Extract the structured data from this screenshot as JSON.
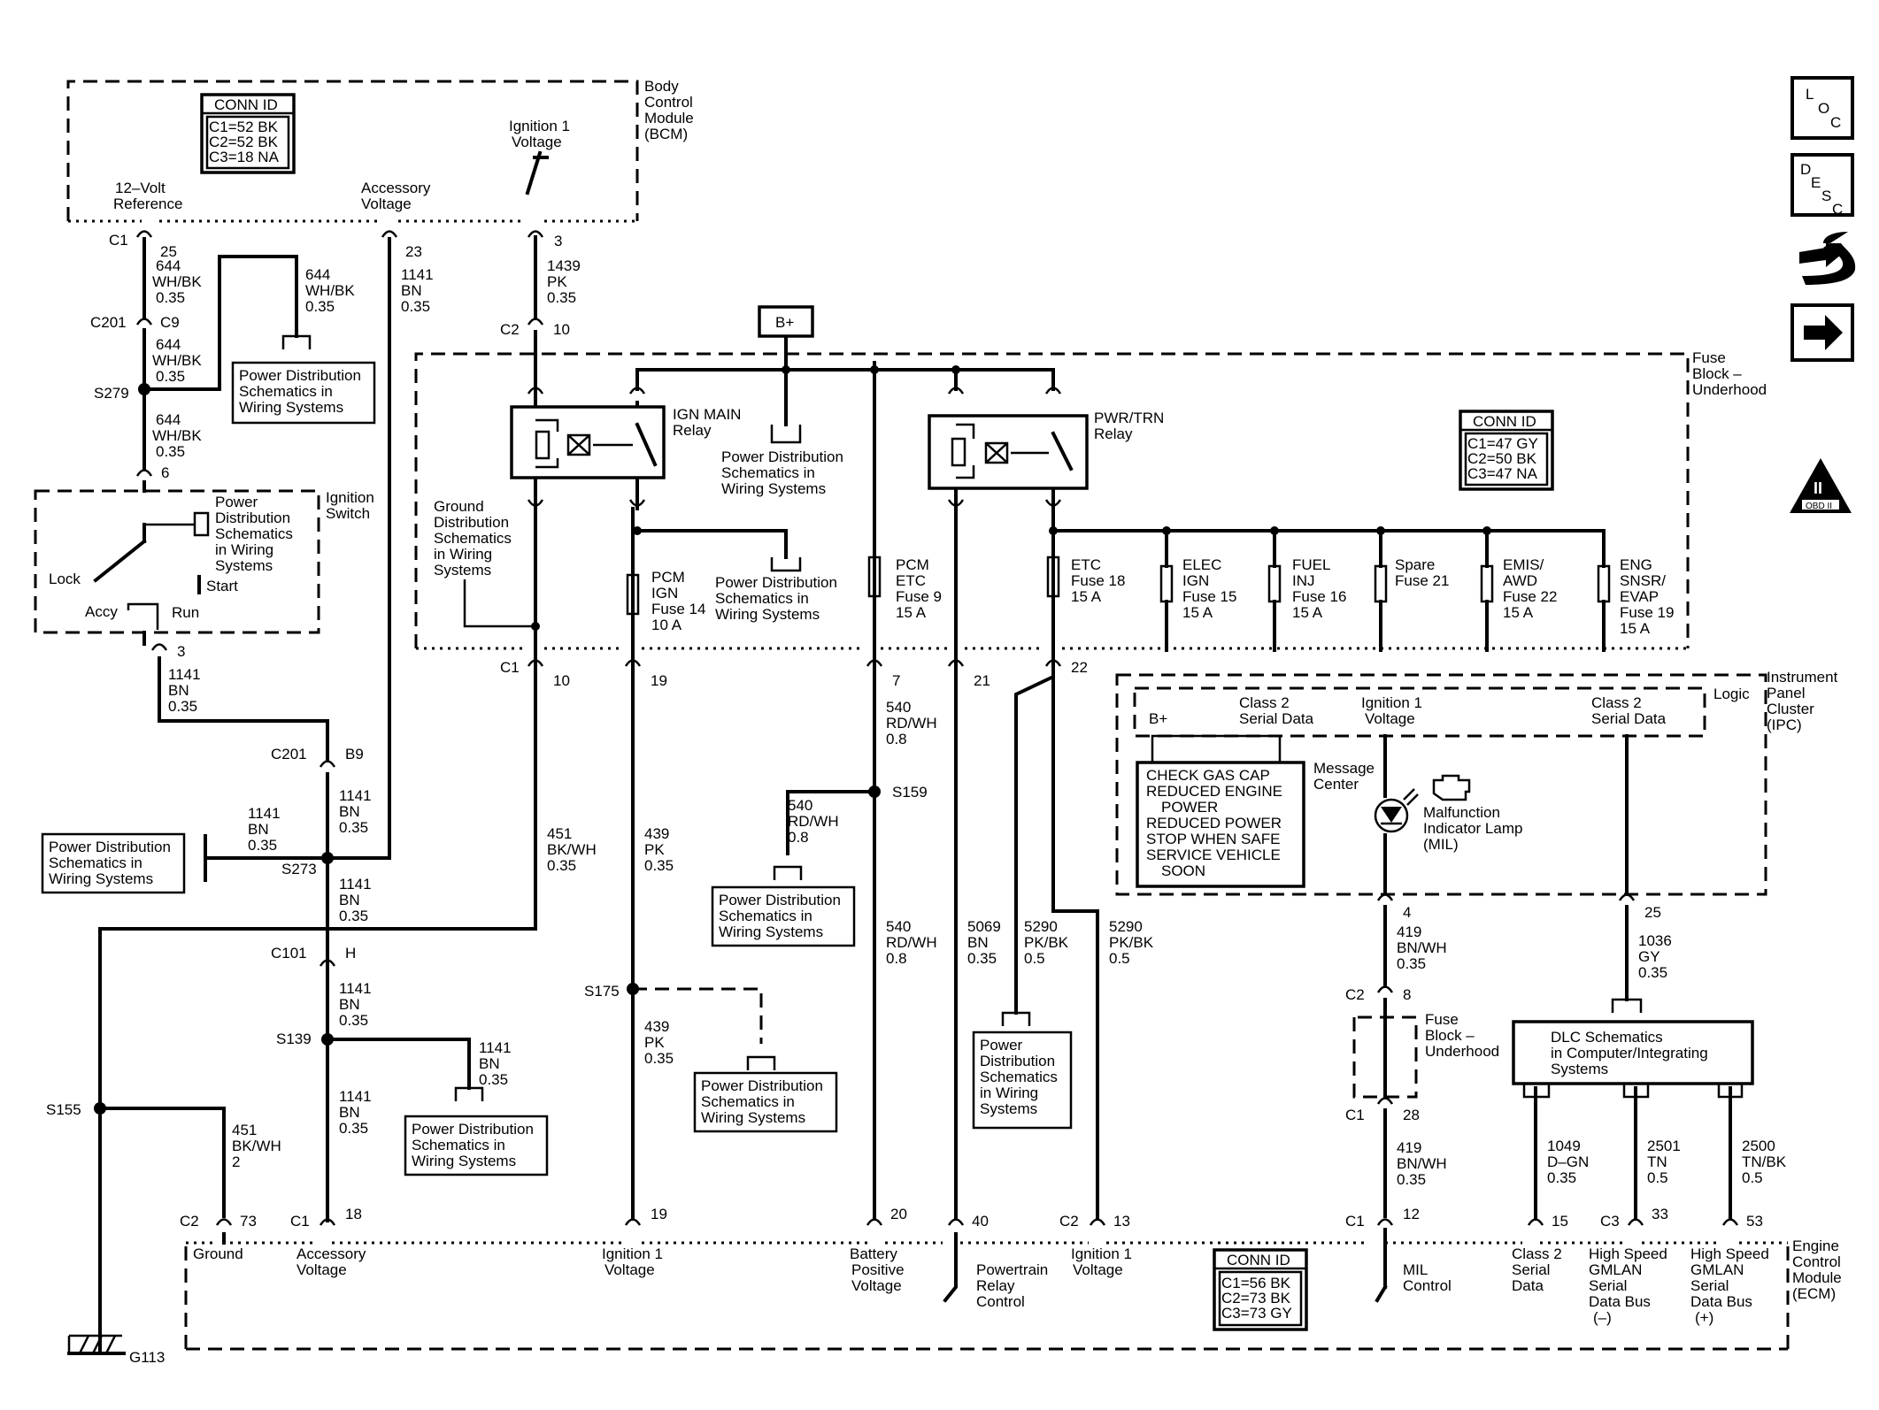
{
  "modules": {
    "bcm": [
      "Body",
      "Control",
      "Module",
      "(BCM)"
    ],
    "fuse_block": [
      "Fuse",
      "Block –",
      "Underhood"
    ],
    "ipc": [
      "Instrument",
      "Panel",
      "Cluster",
      "(IPC)"
    ],
    "ecm": [
      "Engine",
      "Control",
      "Module",
      "(ECM)"
    ],
    "ignition_switch": [
      "Ignition",
      "Switch"
    ],
    "fuse_block_2": [
      "Fuse",
      "Block –",
      "Underhood"
    ]
  },
  "conn_ids": {
    "title": "CONN ID",
    "bcm": [
      "C1=52 BK",
      "C2=52 BK",
      "C3=18 NA"
    ],
    "fuse_block": [
      "C1=47 GY",
      "C2=50 BK",
      "C3=47 NA"
    ],
    "ecm": [
      "C1=56 BK",
      "C2=73 BK",
      "C3=73 GY"
    ]
  },
  "bcm_labels": {
    "ref12": [
      "12–Volt",
      "Reference"
    ],
    "acc": [
      "Accessory",
      "Voltage"
    ],
    "ign": [
      "Ignition 1",
      "Voltage"
    ]
  },
  "connectors": {
    "c1": "C1",
    "c2": "C2",
    "c3": "C3",
    "c201": "C201",
    "c101": "C101",
    "p25": "25",
    "p23": "23",
    "p3": "3",
    "p10": "10",
    "pc9": "C9",
    "p6": "6",
    "pb9": "B9",
    "ph": "H",
    "p19": "19",
    "p7": "7",
    "p21": "21",
    "p22": "22",
    "p4": "4",
    "p8": "8",
    "p28": "28",
    "p12": "12",
    "p15": "15",
    "p33": "33",
    "p53": "53",
    "p73": "73",
    "p18": "18",
    "p20": "20",
    "p40": "40",
    "p13": "13"
  },
  "splices": {
    "s279": "S279",
    "s273": "S273",
    "s139": "S139",
    "s155": "S155",
    "s175": "S175",
    "s159": "S159",
    "g113": "G113"
  },
  "wires": {
    "w644a": [
      "644",
      "WH/BK",
      "0.35"
    ],
    "w644b": [
      "644",
      "WH/BK",
      "0.35"
    ],
    "w644c": [
      "644",
      "WH/BK",
      "0.35"
    ],
    "w644d": [
      "644",
      "WH/BK",
      "0.35"
    ],
    "w1141a": [
      "1141",
      "BN",
      "0.35"
    ],
    "w1439": [
      "1439",
      "PK",
      "0.35"
    ],
    "w1141b": [
      "1141",
      "BN",
      "0.35"
    ],
    "w1141c": [
      "1141",
      "BN",
      "0.35"
    ],
    "w1141d": [
      "1141",
      "BN",
      "0.35"
    ],
    "w1141e": [
      "1141",
      "BN",
      "0.35"
    ],
    "w1141f": [
      "1141",
      "BN",
      "0.35"
    ],
    "w1141g": [
      "1141",
      "BN",
      "0.35"
    ],
    "w1141h": [
      "1141",
      "BN",
      "0.35"
    ],
    "w451a": [
      "451",
      "BK/WH",
      "0.35"
    ],
    "w451b": [
      "451",
      "BK/WH",
      "2"
    ],
    "w439a": [
      "439",
      "PK",
      "0.35"
    ],
    "w439b": [
      "439",
      "PK",
      "0.35"
    ],
    "w540a": [
      "540",
      "RD/WH",
      "0.8"
    ],
    "w540b": [
      "540",
      "RD/WH",
      "0.8"
    ],
    "w540c": [
      "540",
      "RD/WH",
      "0.8"
    ],
    "w5069": [
      "5069",
      "BN",
      "0.35"
    ],
    "w5290a": [
      "5290",
      "PK/BK",
      "0.5"
    ],
    "w5290b": [
      "5290",
      "PK/BK",
      "0.5"
    ],
    "w419a": [
      "419",
      "BN/WH",
      "0.35"
    ],
    "w419b": [
      "419",
      "BN/WH",
      "0.35"
    ],
    "w1036": [
      "1036",
      "GY",
      "0.35"
    ],
    "w1049": [
      "1049",
      "D–GN",
      "0.35"
    ],
    "w2501": [
      "2501",
      "TN",
      "0.5"
    ],
    "w2500": [
      "2500",
      "TN/BK",
      "0.5"
    ]
  },
  "ref_boxes": {
    "pd": [
      "Power Distribution",
      "Schematics in",
      "Wiring Systems"
    ],
    "pd_narrow": [
      "Power",
      "Distribution",
      "Schematics",
      "in Wiring",
      "Systems"
    ],
    "gd": [
      "Ground",
      "Distribution",
      "Schematics",
      "in Wiring",
      "Systems"
    ],
    "dlc": [
      "DLC Schematics",
      "in Computer/Integrating",
      "Systems"
    ]
  },
  "relays": {
    "ign_main": [
      "IGN MAIN",
      "Relay"
    ],
    "pwr_trn": [
      "PWR/TRN",
      "Relay"
    ]
  },
  "bplus": "B+",
  "fuses": {
    "pcm_ign": [
      "PCM",
      "IGN",
      "Fuse 14",
      "10 A"
    ],
    "pcm_etc": [
      "PCM",
      "ETC",
      "Fuse 9",
      "15 A"
    ],
    "etc": [
      "ETC",
      "Fuse 18",
      "15 A"
    ],
    "elec_ign": [
      "ELEC",
      "IGN",
      "Fuse 15",
      "15 A"
    ],
    "fuel_inj": [
      "FUEL",
      "INJ",
      "Fuse 16",
      "15 A"
    ],
    "spare": [
      "Spare",
      "Fuse 21"
    ],
    "emis": [
      "EMIS/",
      "AWD",
      "Fuse 22",
      "15 A"
    ],
    "eng": [
      "ENG",
      "SNSR/",
      "EVAP",
      "Fuse 19",
      "15 A"
    ]
  },
  "ign_switch": {
    "lock": "Lock",
    "accy": "Accy",
    "run": "Run",
    "start": "Start"
  },
  "ipc": {
    "logic": "Logic",
    "bplus": "B+",
    "class2": [
      "Class 2",
      "Serial Data"
    ],
    "ign1": [
      "Ignition 1",
      "Voltage"
    ],
    "class2b": [
      "Class 2",
      "Serial Data"
    ],
    "msg_center": [
      "Message",
      "Center"
    ],
    "messages": [
      "CHECK GAS CAP",
      "REDUCED ENGINE",
      "POWER",
      "REDUCED POWER",
      "STOP WHEN SAFE",
      "SERVICE VEHICLE",
      "SOON"
    ],
    "mil": [
      "Malfunction",
      "Indicator Lamp",
      "(MIL)"
    ]
  },
  "ecm_pins": {
    "ground": "Ground",
    "acc": [
      "Accessory",
      "Voltage"
    ],
    "ign1": [
      "Ignition 1",
      "Voltage"
    ],
    "batt": [
      "Battery",
      "Positive",
      "Voltage"
    ],
    "ptrc": [
      "Powertrain",
      "Relay",
      "Control"
    ],
    "ign1b": [
      "Ignition 1",
      "Voltage"
    ],
    "mil": [
      "MIL",
      "Control"
    ],
    "class2": [
      "Class 2",
      "Serial",
      "Data"
    ],
    "hs_minus": [
      "High Speed",
      "GMLAN",
      "Serial",
      "Data Bus",
      "(–)"
    ],
    "hs_plus": [
      "High Speed",
      "GMLAN",
      "Serial",
      "Data Bus",
      "(+)"
    ]
  },
  "side_icons": {
    "loc": [
      "L",
      "O",
      "C"
    ],
    "desc": [
      "D",
      "E",
      "S",
      "C"
    ],
    "obd": "OBD II",
    "obd_roman": "II",
    "icons": [
      "location-icon",
      "description-icon",
      "vehicle-icon",
      "next-arrow-icon",
      "obd-ii-icon"
    ]
  }
}
